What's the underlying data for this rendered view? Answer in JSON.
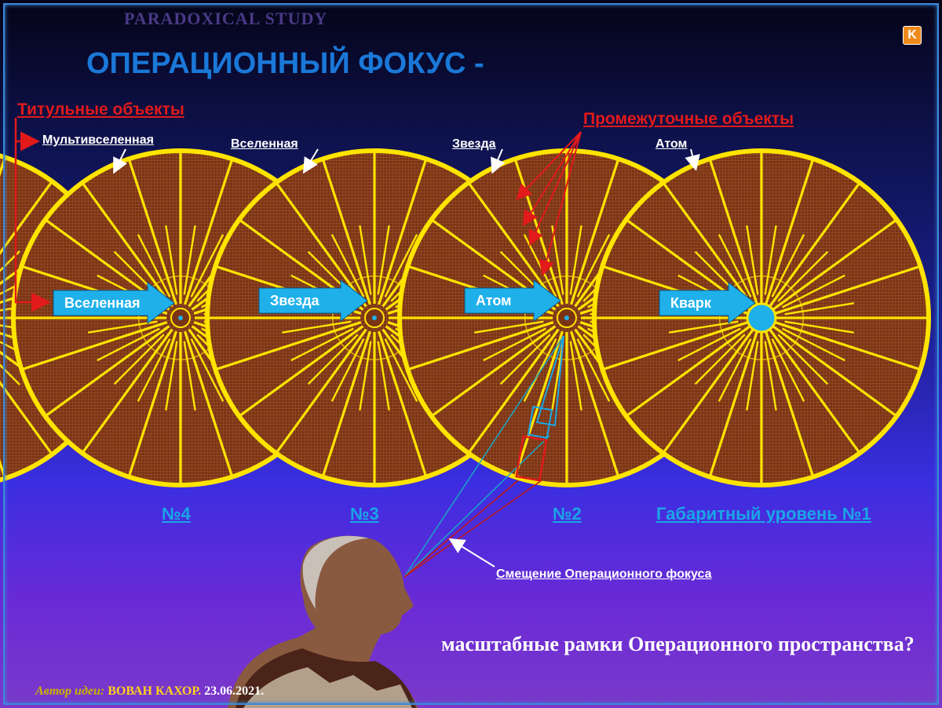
{
  "header": {
    "study": "PARADOXICAL STUDY",
    "title": "ОПЕРАЦИОННЫЙ ФОКУС -"
  },
  "labels": {
    "titular_objects": "Титульные объекты",
    "intermediate_objects": "Промежуточные объекты",
    "multiverse": "Мультивселенная",
    "universe": "Вселенная",
    "star": "Звезда",
    "atom": "Атом",
    "focus_shift": "Смещение Операционного фокуса"
  },
  "arrows": {
    "universe": "Вселенная",
    "star": "Звезда",
    "atom": "Атом",
    "quark": "Кварк"
  },
  "levels": {
    "level4": "№4",
    "level3": "№3",
    "level2": "№2",
    "level1": "Габаритный уровень №1"
  },
  "question": "масштабные рамки Операционного пространства?",
  "author": {
    "prefix": "Автор идеи:",
    "name": "ВОВАН КАХОР.",
    "date": "23.06.2021."
  },
  "badge_icon": "k-logo-icon",
  "colors": {
    "wheel_fill": "#7a3414",
    "wheel_rim": "#ffe400",
    "arrow": "#1fb0ea",
    "pointer_red": "#e21a1a"
  }
}
